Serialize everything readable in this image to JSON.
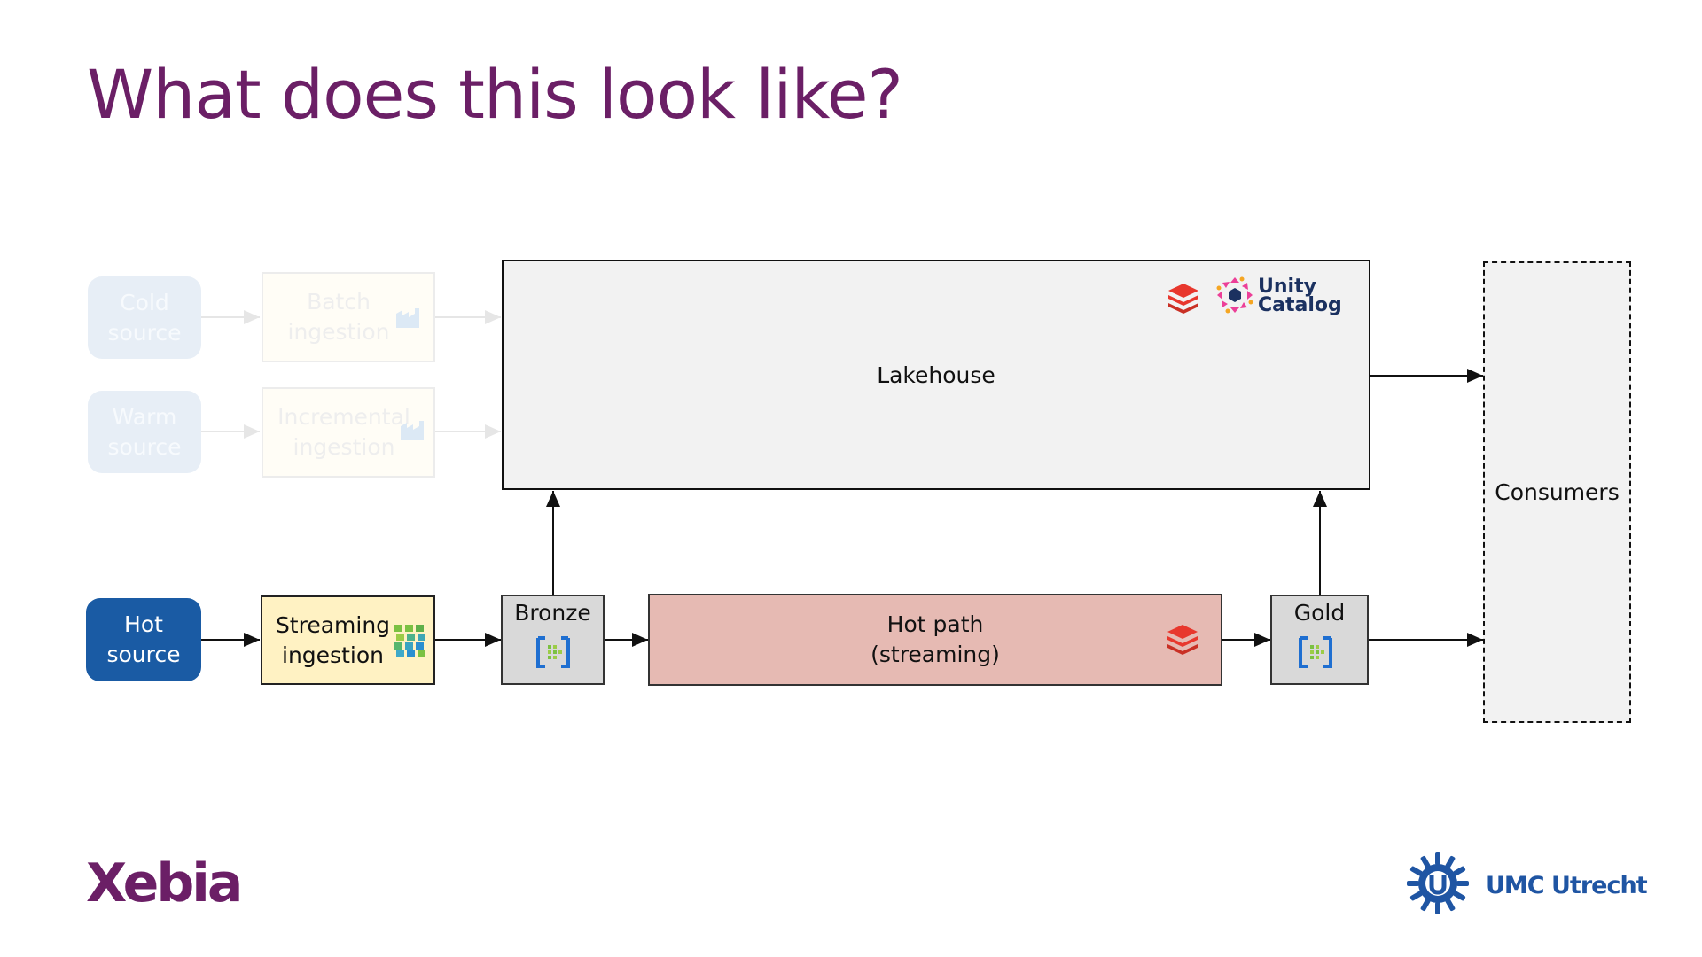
{
  "slide": {
    "title": "What does this look like?"
  },
  "diagram": {
    "sources": {
      "cold": [
        "Cold",
        "source"
      ],
      "warm": [
        "Warm",
        "source"
      ],
      "hot": [
        "Hot",
        "source"
      ]
    },
    "ingestion": {
      "batch": [
        "Batch",
        "ingestion"
      ],
      "incremental": [
        "Incremental",
        "ingestion"
      ],
      "streaming": [
        "Streaming",
        "ingestion"
      ]
    },
    "lakehouse": "Lakehouse",
    "catalog": [
      "Unity",
      "Catalog"
    ],
    "bronze": "Bronze",
    "gold": "Gold",
    "hot_path": [
      "Hot path",
      "(streaming)"
    ],
    "consumers": "Consumers"
  },
  "logos": {
    "left": "Xebia",
    "right": "UMC Utrecht"
  },
  "icons": {
    "databricks": "databricks-stack-icon",
    "unity_catalog": "unity-catalog-icon",
    "data_factory": "data-factory-icon",
    "stream_analytics": "stream-analytics-icon",
    "storage": "storage-icon"
  },
  "colors": {
    "title": "#6b1f66",
    "hot_source": "#1a5ba4",
    "streaming_ingestion": "#fff2c3",
    "hot_path": "#e6bab3",
    "lakehouse": "#f2f2f2",
    "layer": "#d9d9d9",
    "databricks_red": "#e8372d",
    "umc_blue": "#1f55a3"
  }
}
